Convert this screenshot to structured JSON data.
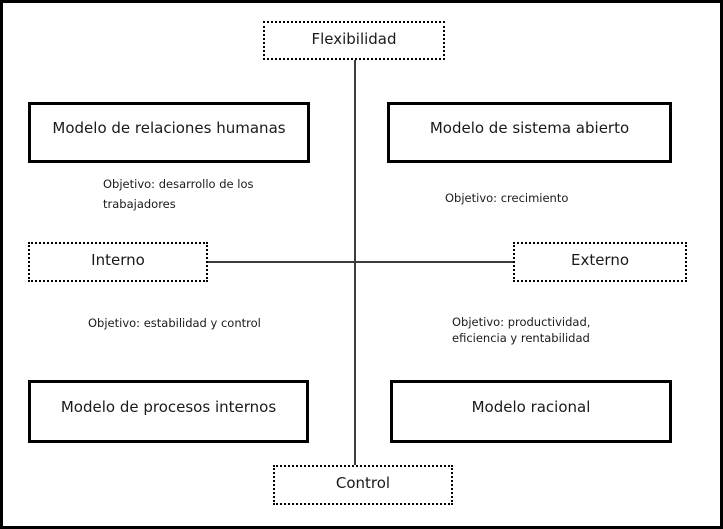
{
  "diagram": {
    "axis_labels": {
      "top": "Flexibilidad",
      "bottom": "Control",
      "left": "Interno",
      "right": "Externo"
    },
    "quadrants": [
      {
        "position": "top-left",
        "model": "Modelo de relaciones humanas",
        "objective": "Objetivo: desarrollo de los\ntrabajadores"
      },
      {
        "position": "top-right",
        "model": "Modelo de sistema abierto",
        "objective": "Objetivo: crecimiento"
      },
      {
        "position": "bottom-left",
        "model": "Modelo de procesos internos",
        "objective": "Objetivo: estabilidad y control"
      },
      {
        "position": "bottom-right",
        "model": "Modelo racional",
        "objective": "Objetivo: productividad,\neficiencia y rentabilidad"
      }
    ],
    "colors": {
      "border": "#000000",
      "axis_line": "#3c3c3c",
      "text": "#1a1a1a",
      "background": "#ffffff"
    }
  }
}
